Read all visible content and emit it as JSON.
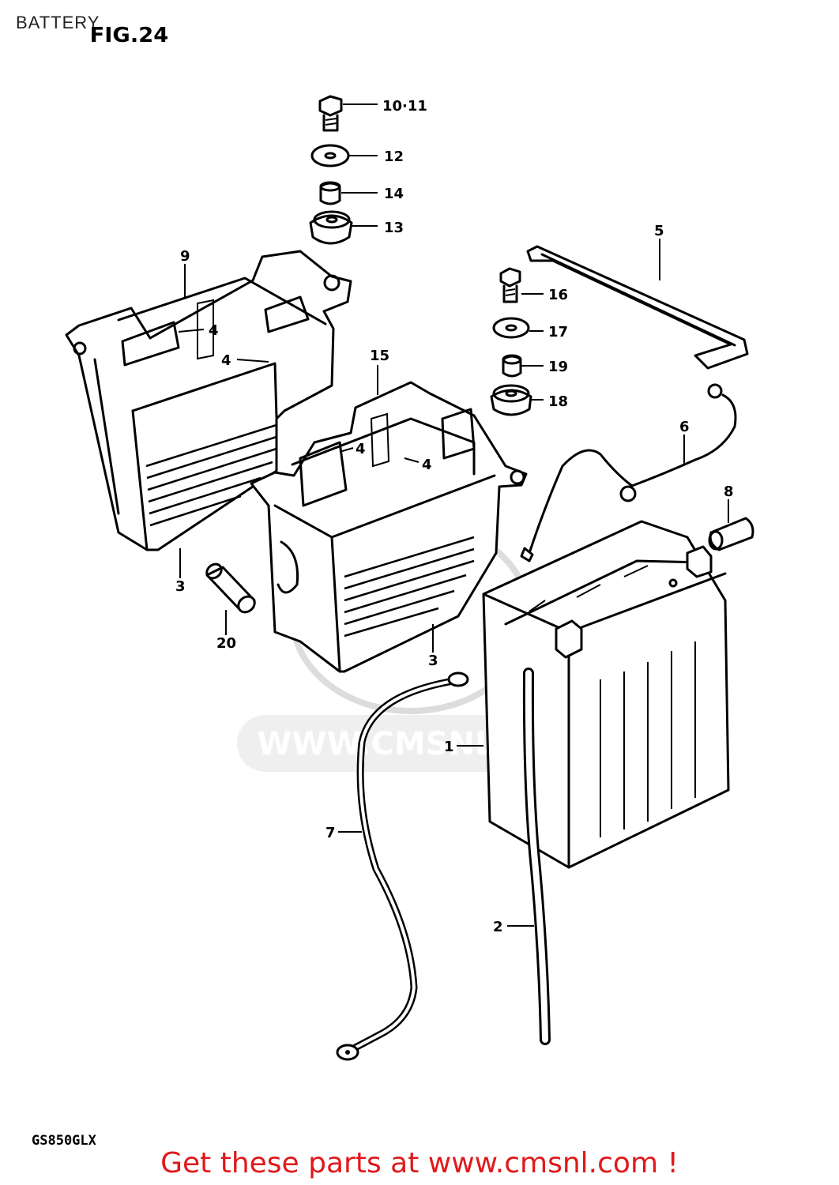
{
  "header": {
    "page_title": "BATTERY",
    "figure_label": "FIG.24"
  },
  "callouts": {
    "c1": "1",
    "c2": "2",
    "c3a": "3",
    "c3b": "3",
    "c4a": "4",
    "c4b": "4",
    "c4c": "4",
    "c4d": "4",
    "c5": "5",
    "c6": "6",
    "c7": "7",
    "c8": "8",
    "c9": "9",
    "c1011": "10·11",
    "c12": "12",
    "c13": "13",
    "c14": "14",
    "c15": "15",
    "c16": "16",
    "c17": "17",
    "c18": "18",
    "c19": "19",
    "c20": "20"
  },
  "watermark": {
    "text": "WWW.CMSNL.COM"
  },
  "footer": {
    "model": "GS850GLX",
    "promo": "Get these parts at www.cmsnl.com !",
    "promo_color": "#e0191b"
  }
}
